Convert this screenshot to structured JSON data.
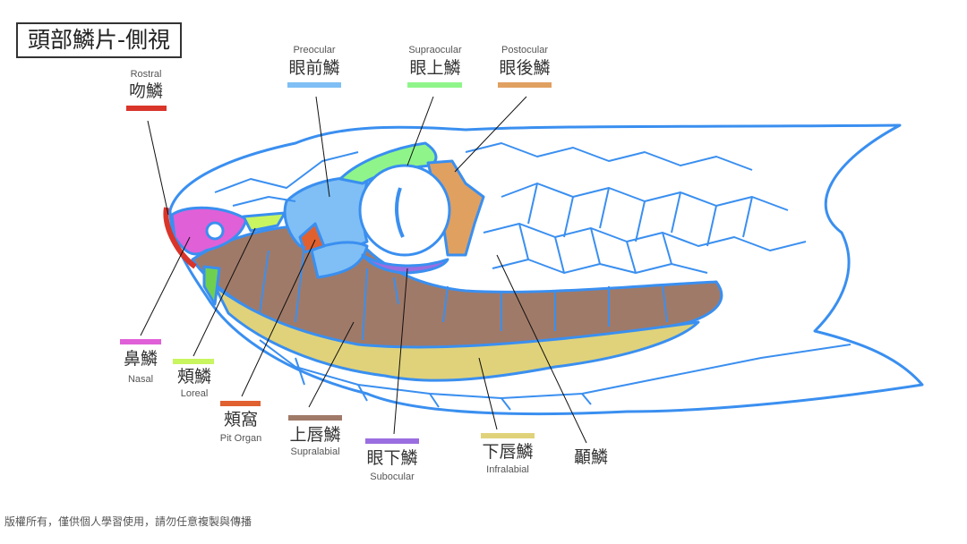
{
  "title": "頭部鱗片-側視",
  "labels": {
    "rostral": {
      "zh": "吻鱗",
      "en": "Rostral",
      "color": "#d9352a"
    },
    "preocular": {
      "zh": "眼前鱗",
      "en": "Preocular",
      "color": "#7fbff5"
    },
    "supraocular": {
      "zh": "眼上鱗",
      "en": "Supraocular",
      "color": "#8ff58a"
    },
    "postocular": {
      "zh": "眼後鱗",
      "en": "Postocular",
      "color": "#e0a060"
    },
    "nasal": {
      "zh": "鼻鱗",
      "en": "Nasal",
      "color": "#e060d8"
    },
    "loreal": {
      "zh": "頰鱗",
      "en": "Loreal",
      "color": "#c8f560"
    },
    "pit": {
      "zh": "頰窩",
      "en": "Pit Organ",
      "color": "#e06030"
    },
    "supralabial": {
      "zh": "上唇鱗",
      "en": "Supralabial",
      "color": "#a07a68"
    },
    "subocular": {
      "zh": "眼下鱗",
      "en": "Subocular",
      "color": "#9a6ee0"
    },
    "infralabial": {
      "zh": "下唇鱗",
      "en": "Infralabial",
      "color": "#e0d27a"
    },
    "temporal": {
      "zh": "顳鱗"
    }
  },
  "footer": "版權所有，僅供個人學習使用，請勿任意複製與傳播"
}
